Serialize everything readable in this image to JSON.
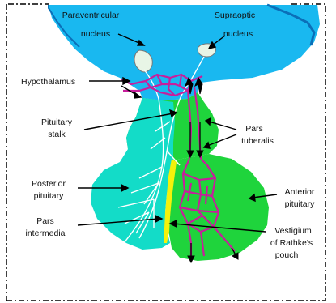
{
  "colors": {
    "hypothalamus": "#19b8f0",
    "hypothalamus_dark": "#0b6fb8",
    "pars_tuberalis": "#1fd43c",
    "posterior_pituitary": "#13dcc8",
    "pars_intermedia": "#f4f20a",
    "vessels": "#c81e9c",
    "axons": "#ffffff",
    "frame": "#000000"
  },
  "labels": {
    "paraventricular_line1": "Paraventricular",
    "paraventricular_line2": "nucleus",
    "supraoptic_line1": "Supraoptic",
    "supraoptic_line2": "nucleus",
    "hypothalamus": "Hypothalamus",
    "pituitary_stalk_line1": "Pituitary",
    "pituitary_stalk_line2": "stalk",
    "pars_tuberalis_line1": "Pars",
    "pars_tuberalis_line2": "tuberalis",
    "posterior_pituitary_line1": "Posterior",
    "posterior_pituitary_line2": "pituitary",
    "anterior_pituitary_line1": "Anterior",
    "anterior_pituitary_line2": "pituitary",
    "pars_intermedia_line1": "Pars",
    "pars_intermedia_line2": "intermedia",
    "vestigium_line1": "Vestigium",
    "vestigium_line2": "of Rathke's",
    "vestigium_line3": "pouch"
  }
}
